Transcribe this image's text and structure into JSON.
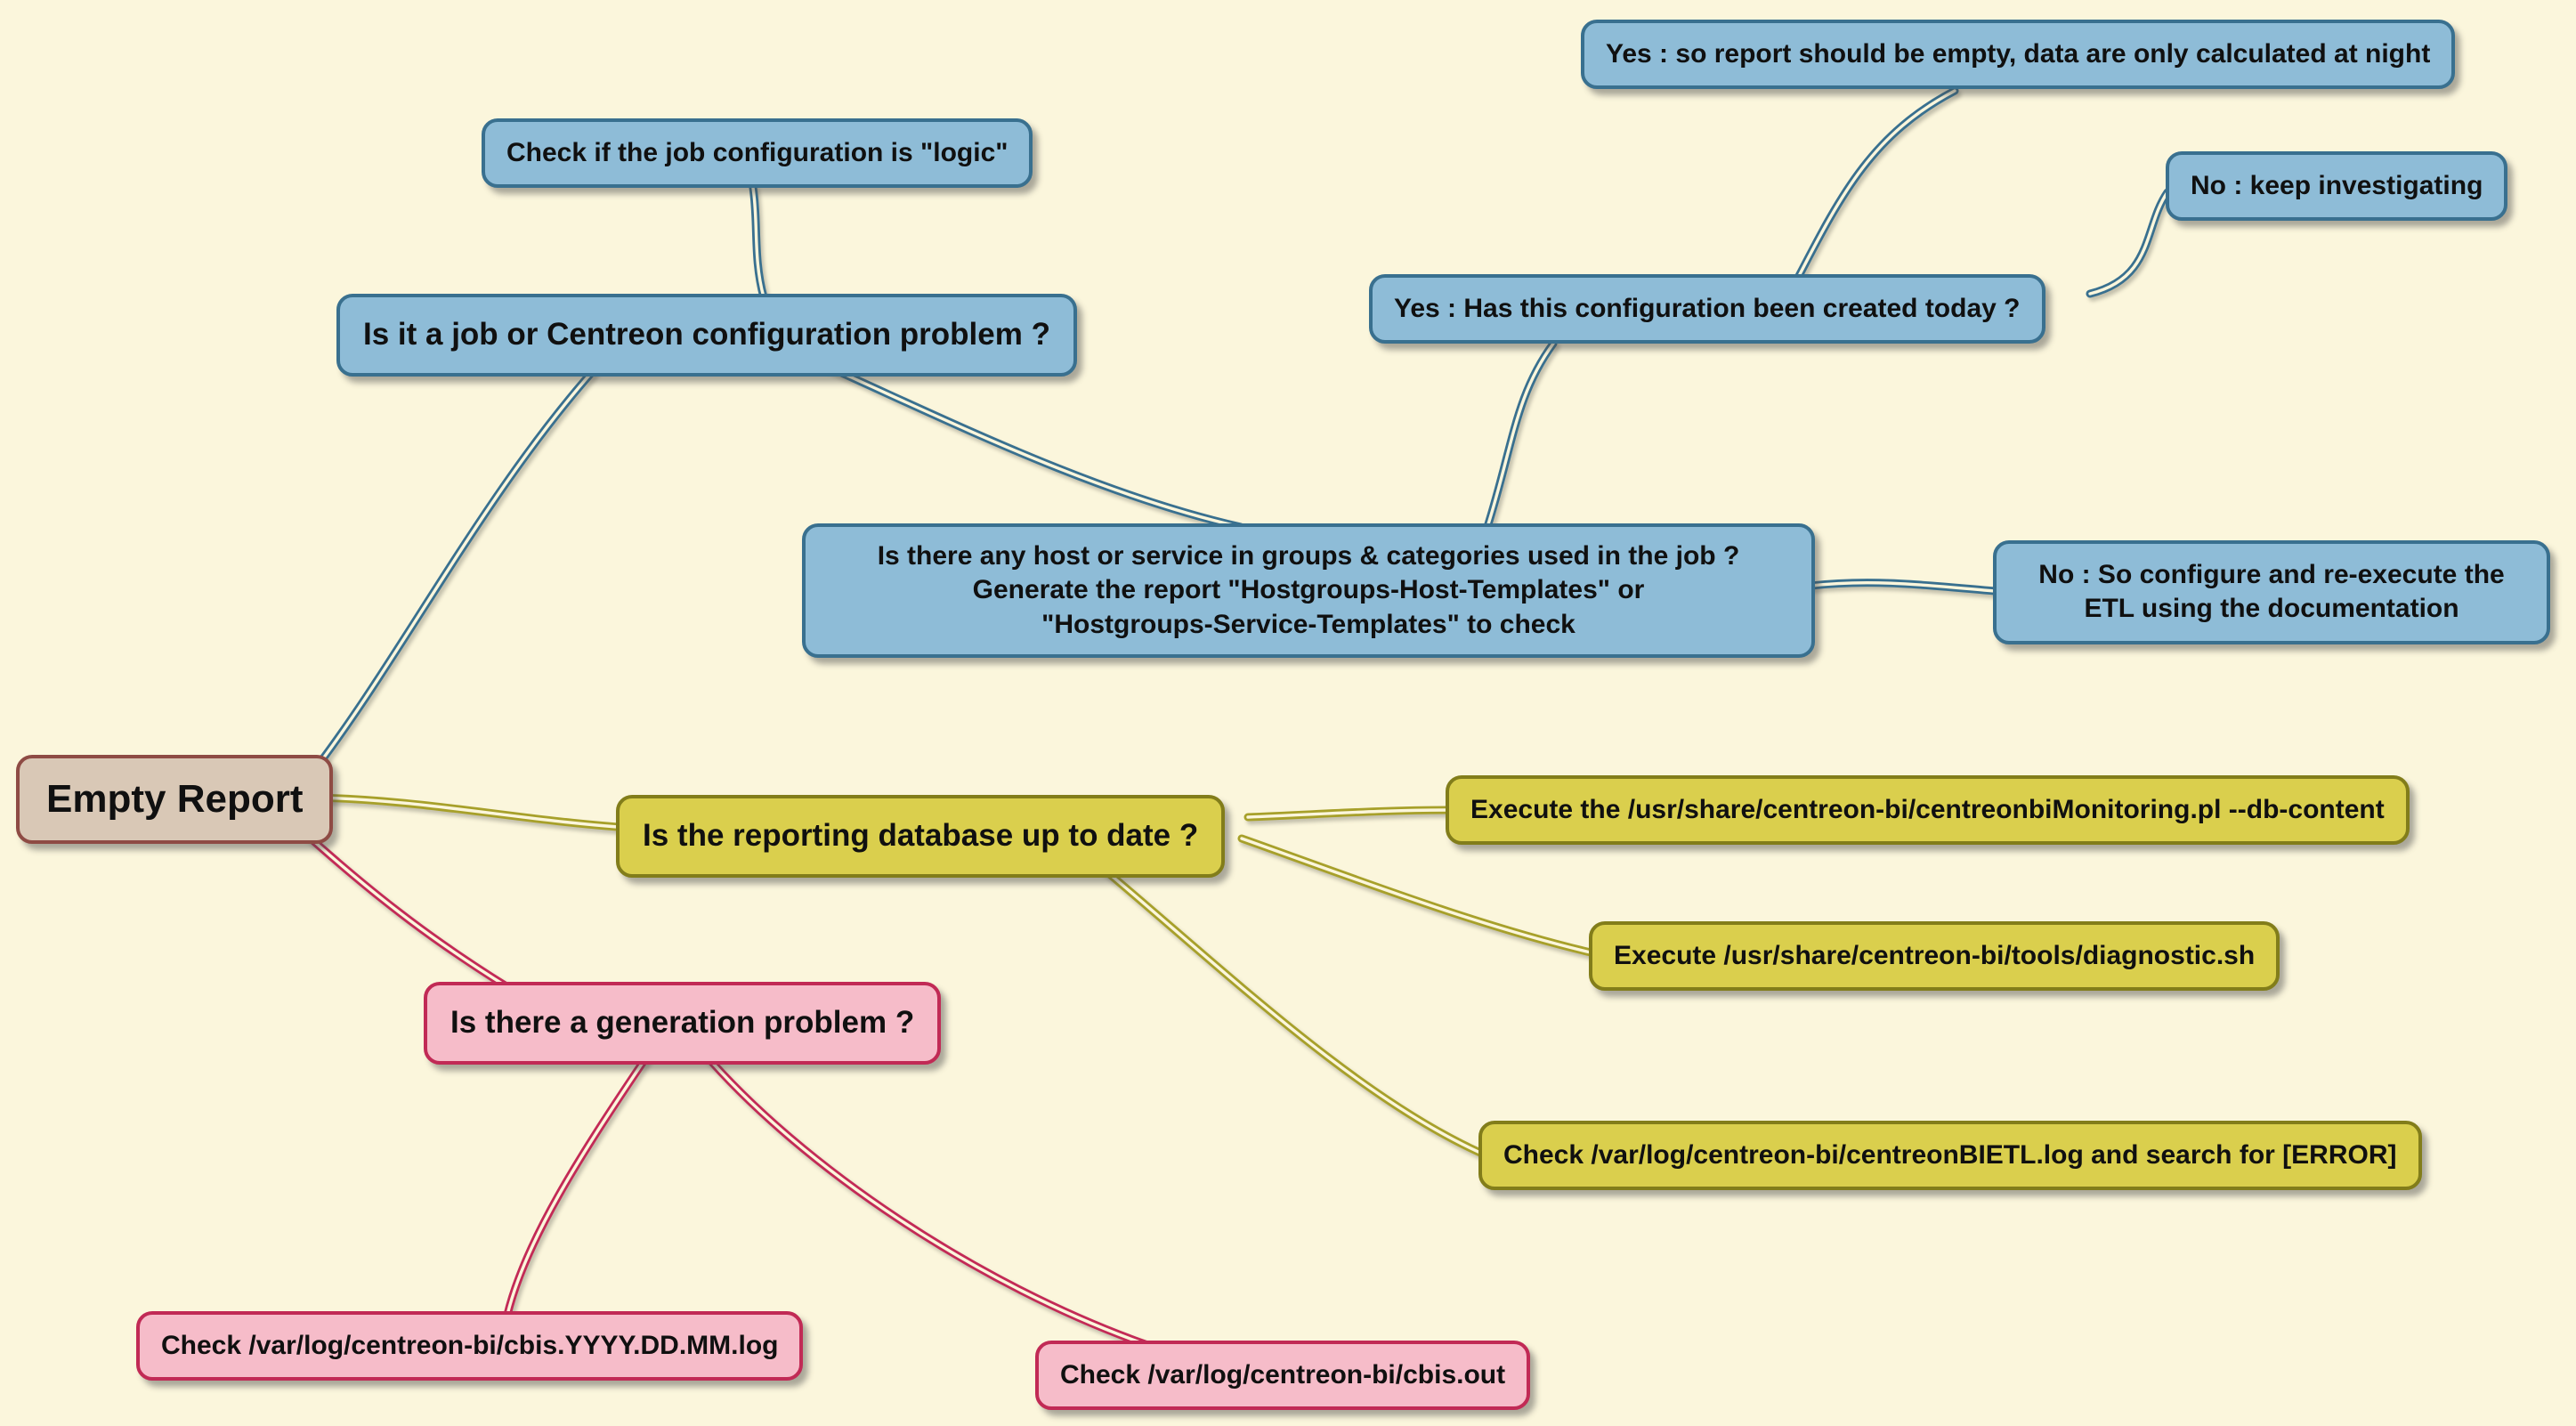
{
  "colors": {
    "background": "#FBF6DC",
    "blue_fill": "#8EBCD7",
    "blue_border": "#39708F",
    "yellow_fill": "#DACF4D",
    "yellow_border": "#827D1A",
    "pink_fill": "#F6BCC9",
    "pink_border": "#C12A55",
    "root_fill": "#D9C8B6",
    "root_border": "#8E4B44",
    "edge_blue": "#39708F",
    "edge_olive": "#A7A02A",
    "edge_red": "#C32A56"
  },
  "nodes": {
    "root": {
      "label": "Empty Report"
    },
    "config_problem": {
      "label": "Is it a job or Centreon configuration problem ?"
    },
    "check_logic": {
      "label": "Check if the job configuration is \"logic\""
    },
    "hostgroups": {
      "label": "Is there any host or service in groups & categories used in the job ?\nGenerate the report \"Hostgroups-Host-Templates\" or\n\"Hostgroups-Service-Templates\" to check"
    },
    "created_today": {
      "label": "Yes : Has this configuration been created today ?"
    },
    "empty_at_night": {
      "label": "Yes : so report should be empty, data are only calculated at night"
    },
    "keep_investigating": {
      "label": "No : keep investigating"
    },
    "configure_etl": {
      "label": "No : So configure and re-execute the ETL using the documentation"
    },
    "db_up_to_date": {
      "label": "Is the reporting database up to date ?"
    },
    "monitoring_pl": {
      "label": "Execute the /usr/share/centreon-bi/centreonbiMonitoring.pl --db-content"
    },
    "diagnostic_sh": {
      "label": "Execute /usr/share/centreon-bi/tools/diagnostic.sh"
    },
    "bietl_log": {
      "label": "Check /var/log/centreon-bi/centreonBIETL.log and search for [ERROR]"
    },
    "generation_problem": {
      "label": "Is there a generation problem ?"
    },
    "cbis_dated_log": {
      "label": "Check /var/log/centreon-bi/cbis.YYYY.DD.MM.log"
    },
    "cbis_out": {
      "label": "Check /var/log/centreon-bi/cbis.out"
    }
  }
}
